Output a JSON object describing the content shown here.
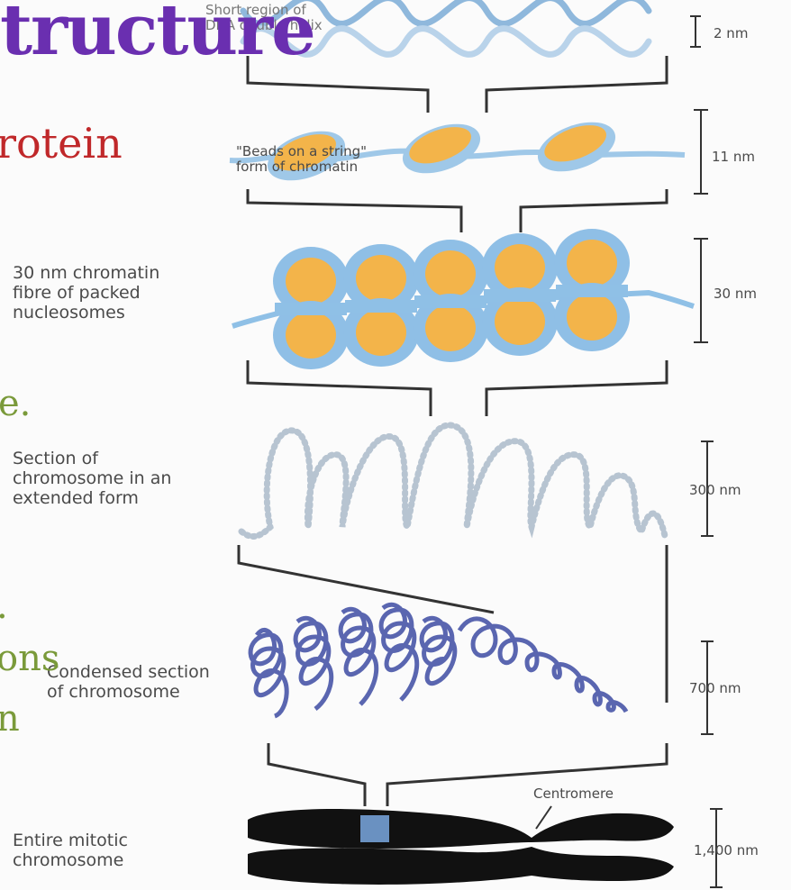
{
  "overlay": {
    "title": "tructure",
    "protein": "rotein",
    "frag_e": "e.",
    "frag_dot": ".",
    "frag_ons": "ons",
    "frag_n": "n"
  },
  "levels": [
    {
      "label": "Short region of\nDNA double helix",
      "size": "2 nm"
    },
    {
      "label": "\"Beads on a string\"\nform of chromatin",
      "size": "11 nm"
    },
    {
      "label": "30 nm chromatin\nfibre of packed\nnucleosomes",
      "size": "30 nm"
    },
    {
      "label": "Section of\nchromosome in an\nextended form",
      "size": "300 nm"
    },
    {
      "label": "Condensed section\nof chromosome",
      "size": "700 nm"
    },
    {
      "label": "Entire mitotic\nchromosome",
      "size": "1,400 nm"
    }
  ],
  "centromere_label": "Centromere",
  "colors": {
    "dna": "#a8c8e6",
    "histone": "#f3b44a",
    "fiber": "#8fc0e6",
    "condensed": "#5a66b0",
    "chromosome": "#111111",
    "bracket": "#333333"
  }
}
